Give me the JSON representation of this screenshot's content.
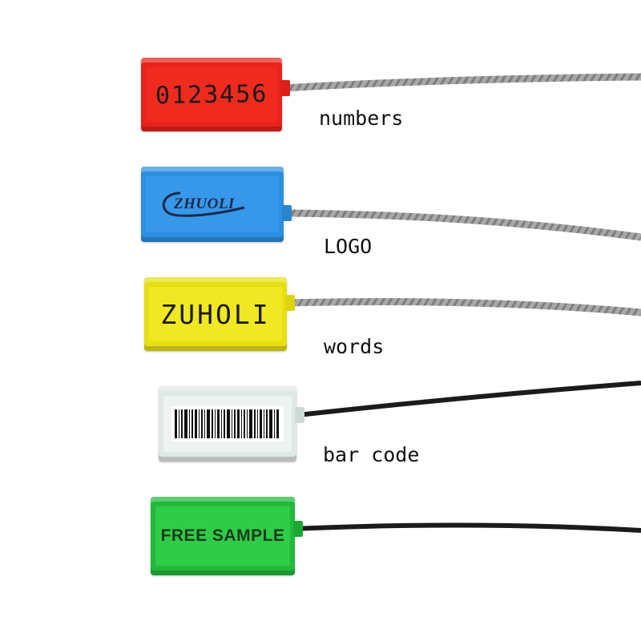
{
  "seals": [
    {
      "id": "red",
      "engraving": "0123456",
      "caption": "numbers",
      "body_color": "#e8231b"
    },
    {
      "id": "blue",
      "engraving": "ZHUOLI",
      "caption": "LOGO",
      "body_color": "#2d8fe0"
    },
    {
      "id": "yellow",
      "engraving": "ZUHOLI",
      "caption": "words",
      "body_color": "#e6df13"
    },
    {
      "id": "white",
      "engraving_icon": "barcode-icon",
      "caption": "bar code",
      "body_color": "#dfe8e6"
    },
    {
      "id": "green",
      "engraving": "FREE SAMPLE",
      "caption": "",
      "body_color": "#22b93a"
    }
  ],
  "cable_colors": {
    "steel": "#9a9a9a",
    "black": "#1b1b1b"
  },
  "background_color": "#ffffff"
}
